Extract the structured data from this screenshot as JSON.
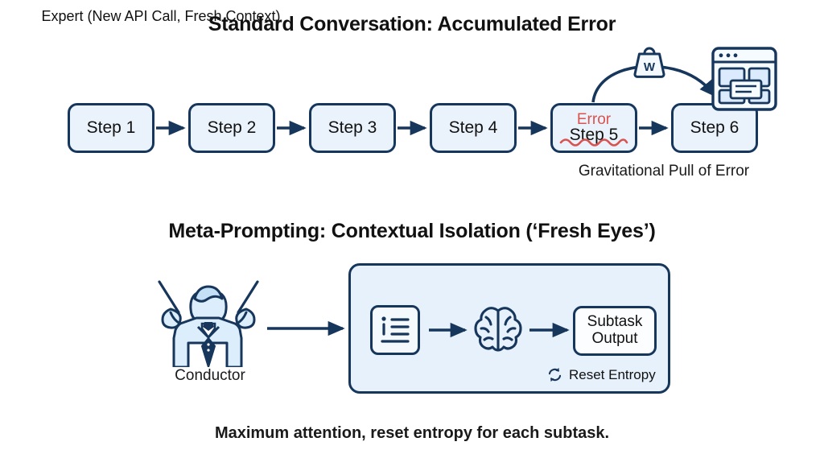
{
  "sections": {
    "top": {
      "title": "Standard Conversation: Accumulated Error",
      "caption": "Gravitational Pull of Error",
      "steps": [
        {
          "label": "Step 1",
          "error": null
        },
        {
          "label": "Step 2",
          "error": null
        },
        {
          "label": "Step 3",
          "error": null
        },
        {
          "label": "Step 4",
          "error": null
        },
        {
          "label": "Step 5",
          "error": "Error"
        },
        {
          "label": "Step 6",
          "error": null
        }
      ],
      "icons": {
        "weight": "weight-icon",
        "weight_letter": "W",
        "window": "browser-window-icon",
        "curved_arrow": "curved-arrow-icon"
      }
    },
    "bottom": {
      "title": "Meta-Prompting: Contextual Isolation (‘Fresh Eyes’)",
      "caption": "Maximum attention, reset entropy for each subtask.",
      "conductor_label": "Conductor",
      "conductor_icon": "conductor-icon",
      "expert": {
        "title": "Expert (New API Call, Fresh Context)",
        "pipeline": [
          {
            "icon": "info-list-icon",
            "label": ""
          },
          {
            "icon": "brain-icon",
            "label": ""
          }
        ],
        "output_line1": "Subtask",
        "output_line2": "Output",
        "reset_label": "Reset Entropy",
        "reset_icon": "refresh-icon"
      }
    }
  },
  "colors": {
    "background": "#ffffff",
    "ink": "#17365c",
    "box_fill": "#eaf3fb",
    "panel_fill": "#e7f1fb",
    "error_red": "#d9534f",
    "text": "#111111"
  }
}
